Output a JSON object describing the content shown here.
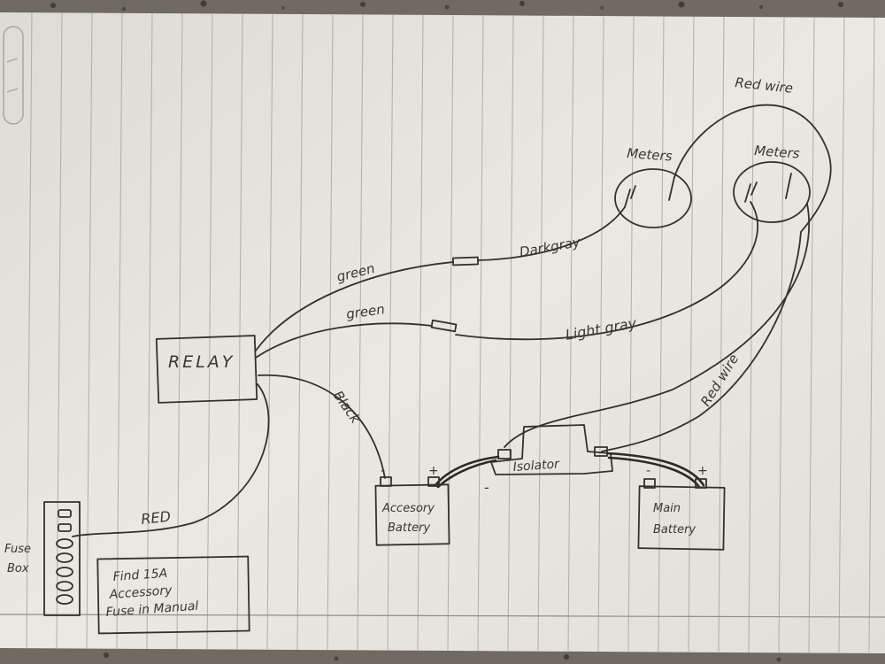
{
  "labels": {
    "relay": "RELAY",
    "meters_left": "Meters",
    "meters_right": "Meters",
    "red_wire_top": "Red wire",
    "red_wire_side": "Red wire",
    "dark_gray": "Darkgray",
    "light_gray": "Light gray",
    "green_top": "green",
    "green_bottom": "green",
    "black": "Black",
    "red": "RED",
    "isolator": "Isolator",
    "accessory_battery_line1": "Accesory",
    "accessory_battery_line2": "Battery",
    "main_battery_line1": "Main",
    "main_battery_line2": "Battery",
    "fuse_box_line1": "Fuse",
    "fuse_box_line2": "Box",
    "note_line1": "Find 15A",
    "note_line2": "Accessory",
    "note_line3": "Fuse in Manual",
    "minus_acc": "-",
    "plus_acc": "+",
    "minus_main": "-",
    "plus_main": "+",
    "minus_iso": "-"
  },
  "colors": {
    "paper": "#e9e6e1",
    "rule_line": "#a9aaa6",
    "ink": "#34312d",
    "countertop": "#6f6a62"
  }
}
